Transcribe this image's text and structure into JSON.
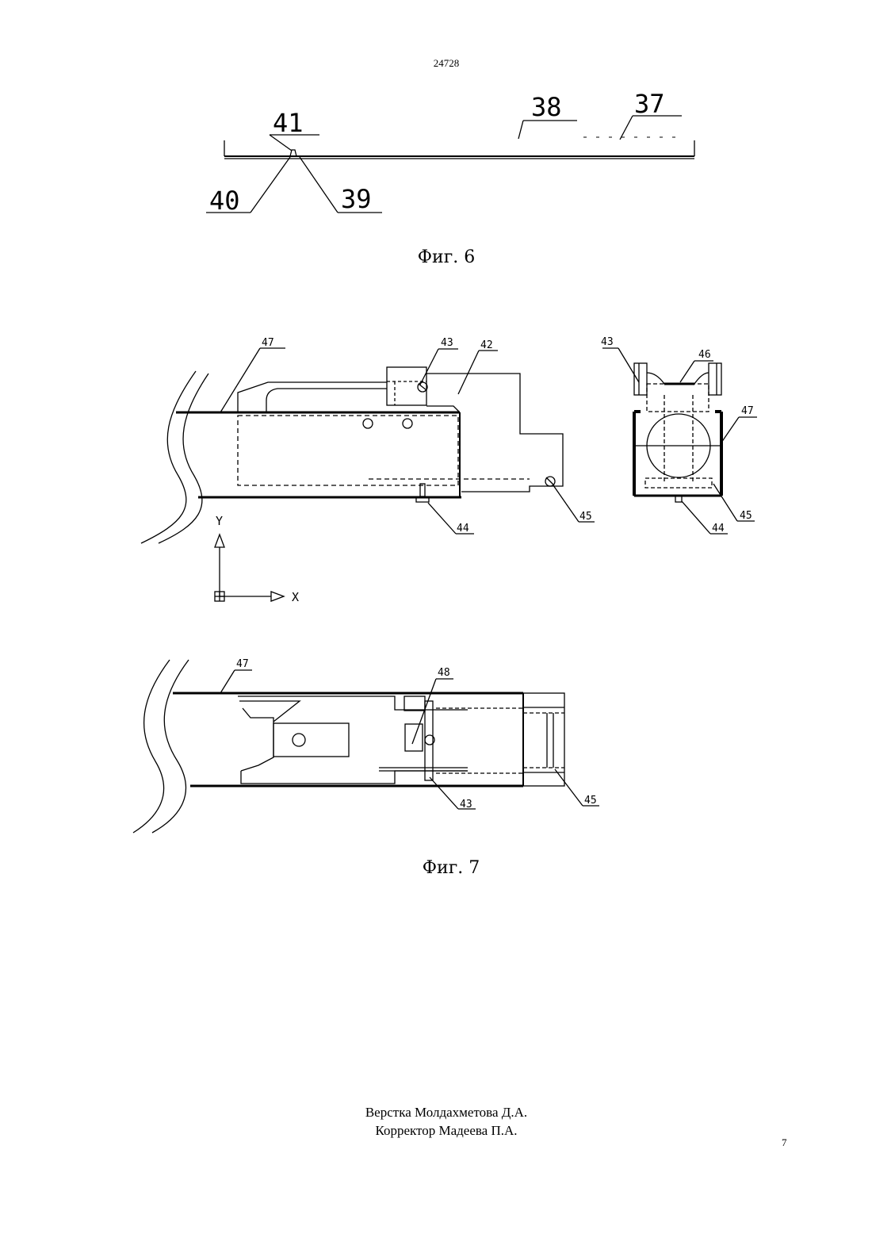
{
  "header": {
    "doc_number": "24728"
  },
  "fig6": {
    "caption": "Фиг. 6",
    "labels": {
      "l41": "41",
      "l38": "38",
      "l37": "37",
      "l40": "40",
      "l39": "39"
    }
  },
  "fig7_top": {
    "labels": {
      "l47": "47",
      "l43": "43",
      "l42": "42",
      "l44": "44",
      "l45": "45"
    },
    "axis": {
      "y": "Y",
      "x": "X"
    }
  },
  "fig7_side": {
    "labels": {
      "l43": "43",
      "l46": "46",
      "l47": "47",
      "l45": "45",
      "l44": "44"
    }
  },
  "fig7_bottom": {
    "labels": {
      "l47": "47",
      "l48": "48",
      "l43": "43",
      "l45": "45"
    }
  },
  "fig7": {
    "caption": "Фиг. 7"
  },
  "footer": {
    "layout_by": "Верстка Молдахметова Д.А.",
    "corrector": "Корректор Мадеева П.А.",
    "page_number": "7"
  }
}
